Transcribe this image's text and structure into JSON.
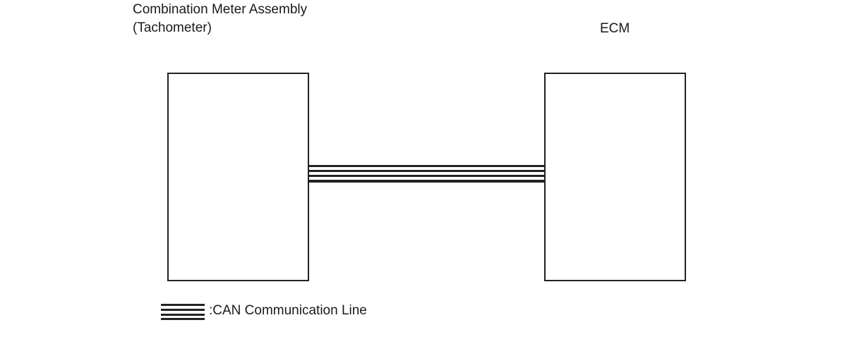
{
  "diagram": {
    "nodes": [
      {
        "id": "meter",
        "title_line1": "Combination Meter Assembly",
        "title_line2": "(Tachometer)"
      },
      {
        "id": "ecm",
        "title": "ECM"
      }
    ],
    "connection": {
      "from": "meter",
      "to": "ecm",
      "type": "CAN Communication Line"
    },
    "legend": {
      "label": ":CAN Communication Line"
    }
  },
  "colors": {
    "line": "#222222",
    "background": "#ffffff"
  }
}
